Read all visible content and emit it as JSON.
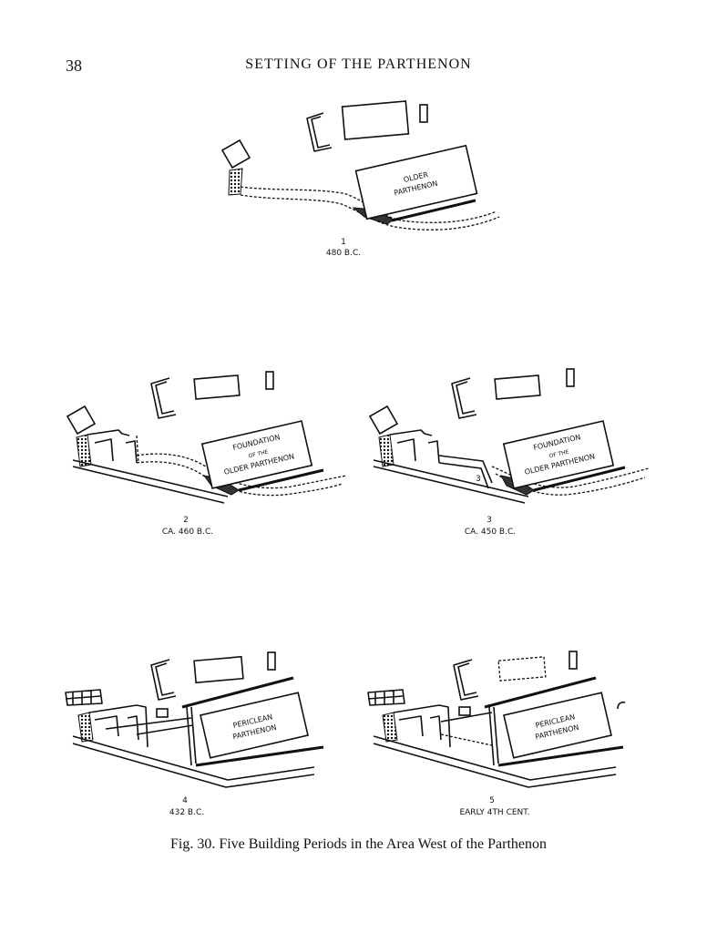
{
  "header": {
    "page_number": "38",
    "running_head": "SETTING OF THE PARTHENON"
  },
  "figure": {
    "caption": "Fig. 30. Five Building Periods in the Area West of the Parthenon",
    "plans": [
      {
        "number": "1",
        "date": "480 B.C.",
        "labels": [
          "OLDER",
          "PARTHENON"
        ]
      },
      {
        "number": "2",
        "date": "CA. 460 B.C.",
        "labels": [
          "FOUNDATION",
          "OF THE",
          "OLDER PARTHENON"
        ]
      },
      {
        "number": "3",
        "date": "CA. 450 B.C.",
        "labels": [
          "FOUNDATION",
          "OF THE",
          "OLDER PARTHENON"
        ],
        "marker": "3"
      },
      {
        "number": "4",
        "date": "432 B.C.",
        "labels": [
          "PERICLEAN",
          "PARTHENON"
        ]
      },
      {
        "number": "5",
        "date": "EARLY 4TH CENT.",
        "labels": [
          "PERICLEAN",
          "PARTHENON"
        ]
      }
    ]
  }
}
